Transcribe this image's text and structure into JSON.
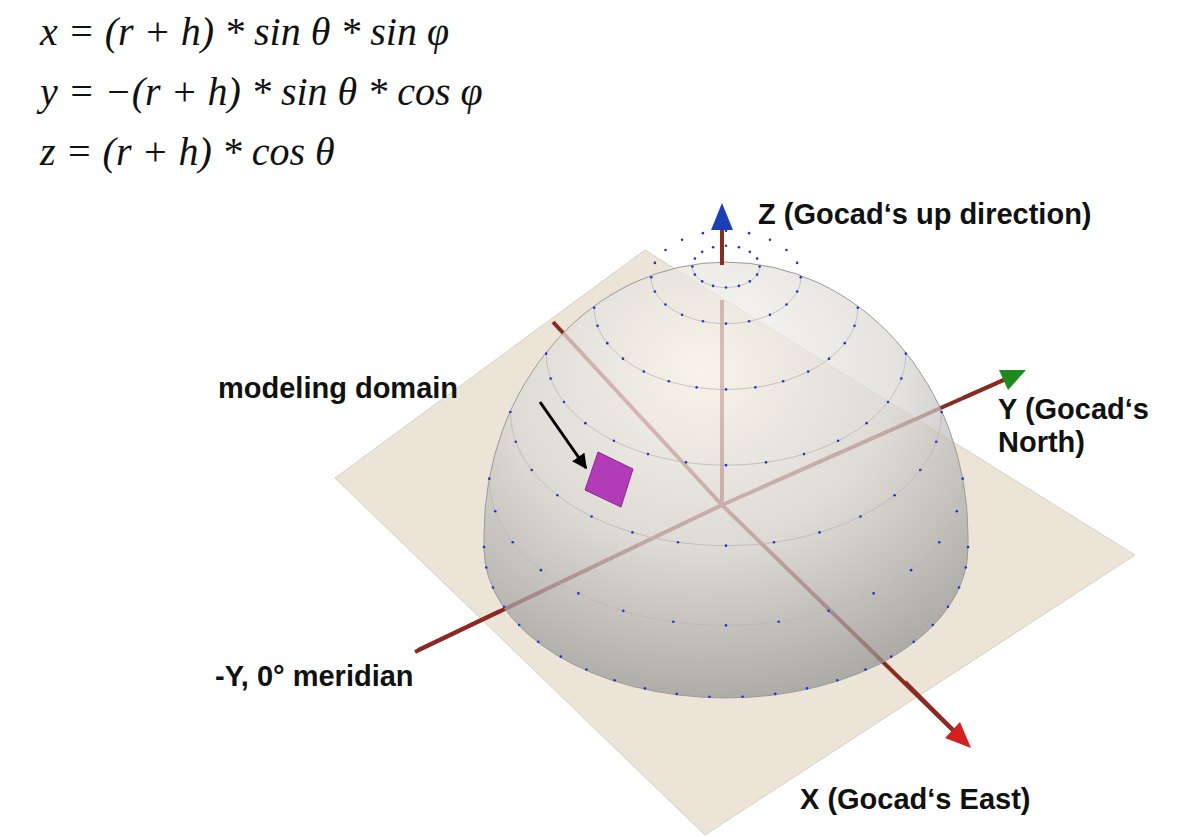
{
  "diagram": {
    "labels": [
      "x = (r + h) * sin θ * sin φ",
      "y = −(r + h) * sin θ * cos φ",
      "z = (r + h) * cos θ",
      "Z (Gocad‘s up direction)",
      "modeling domain",
      "Y (Gocad‘s North)",
      "-Y, 0° meridian",
      "X (Gocad‘s East)"
    ]
  }
}
